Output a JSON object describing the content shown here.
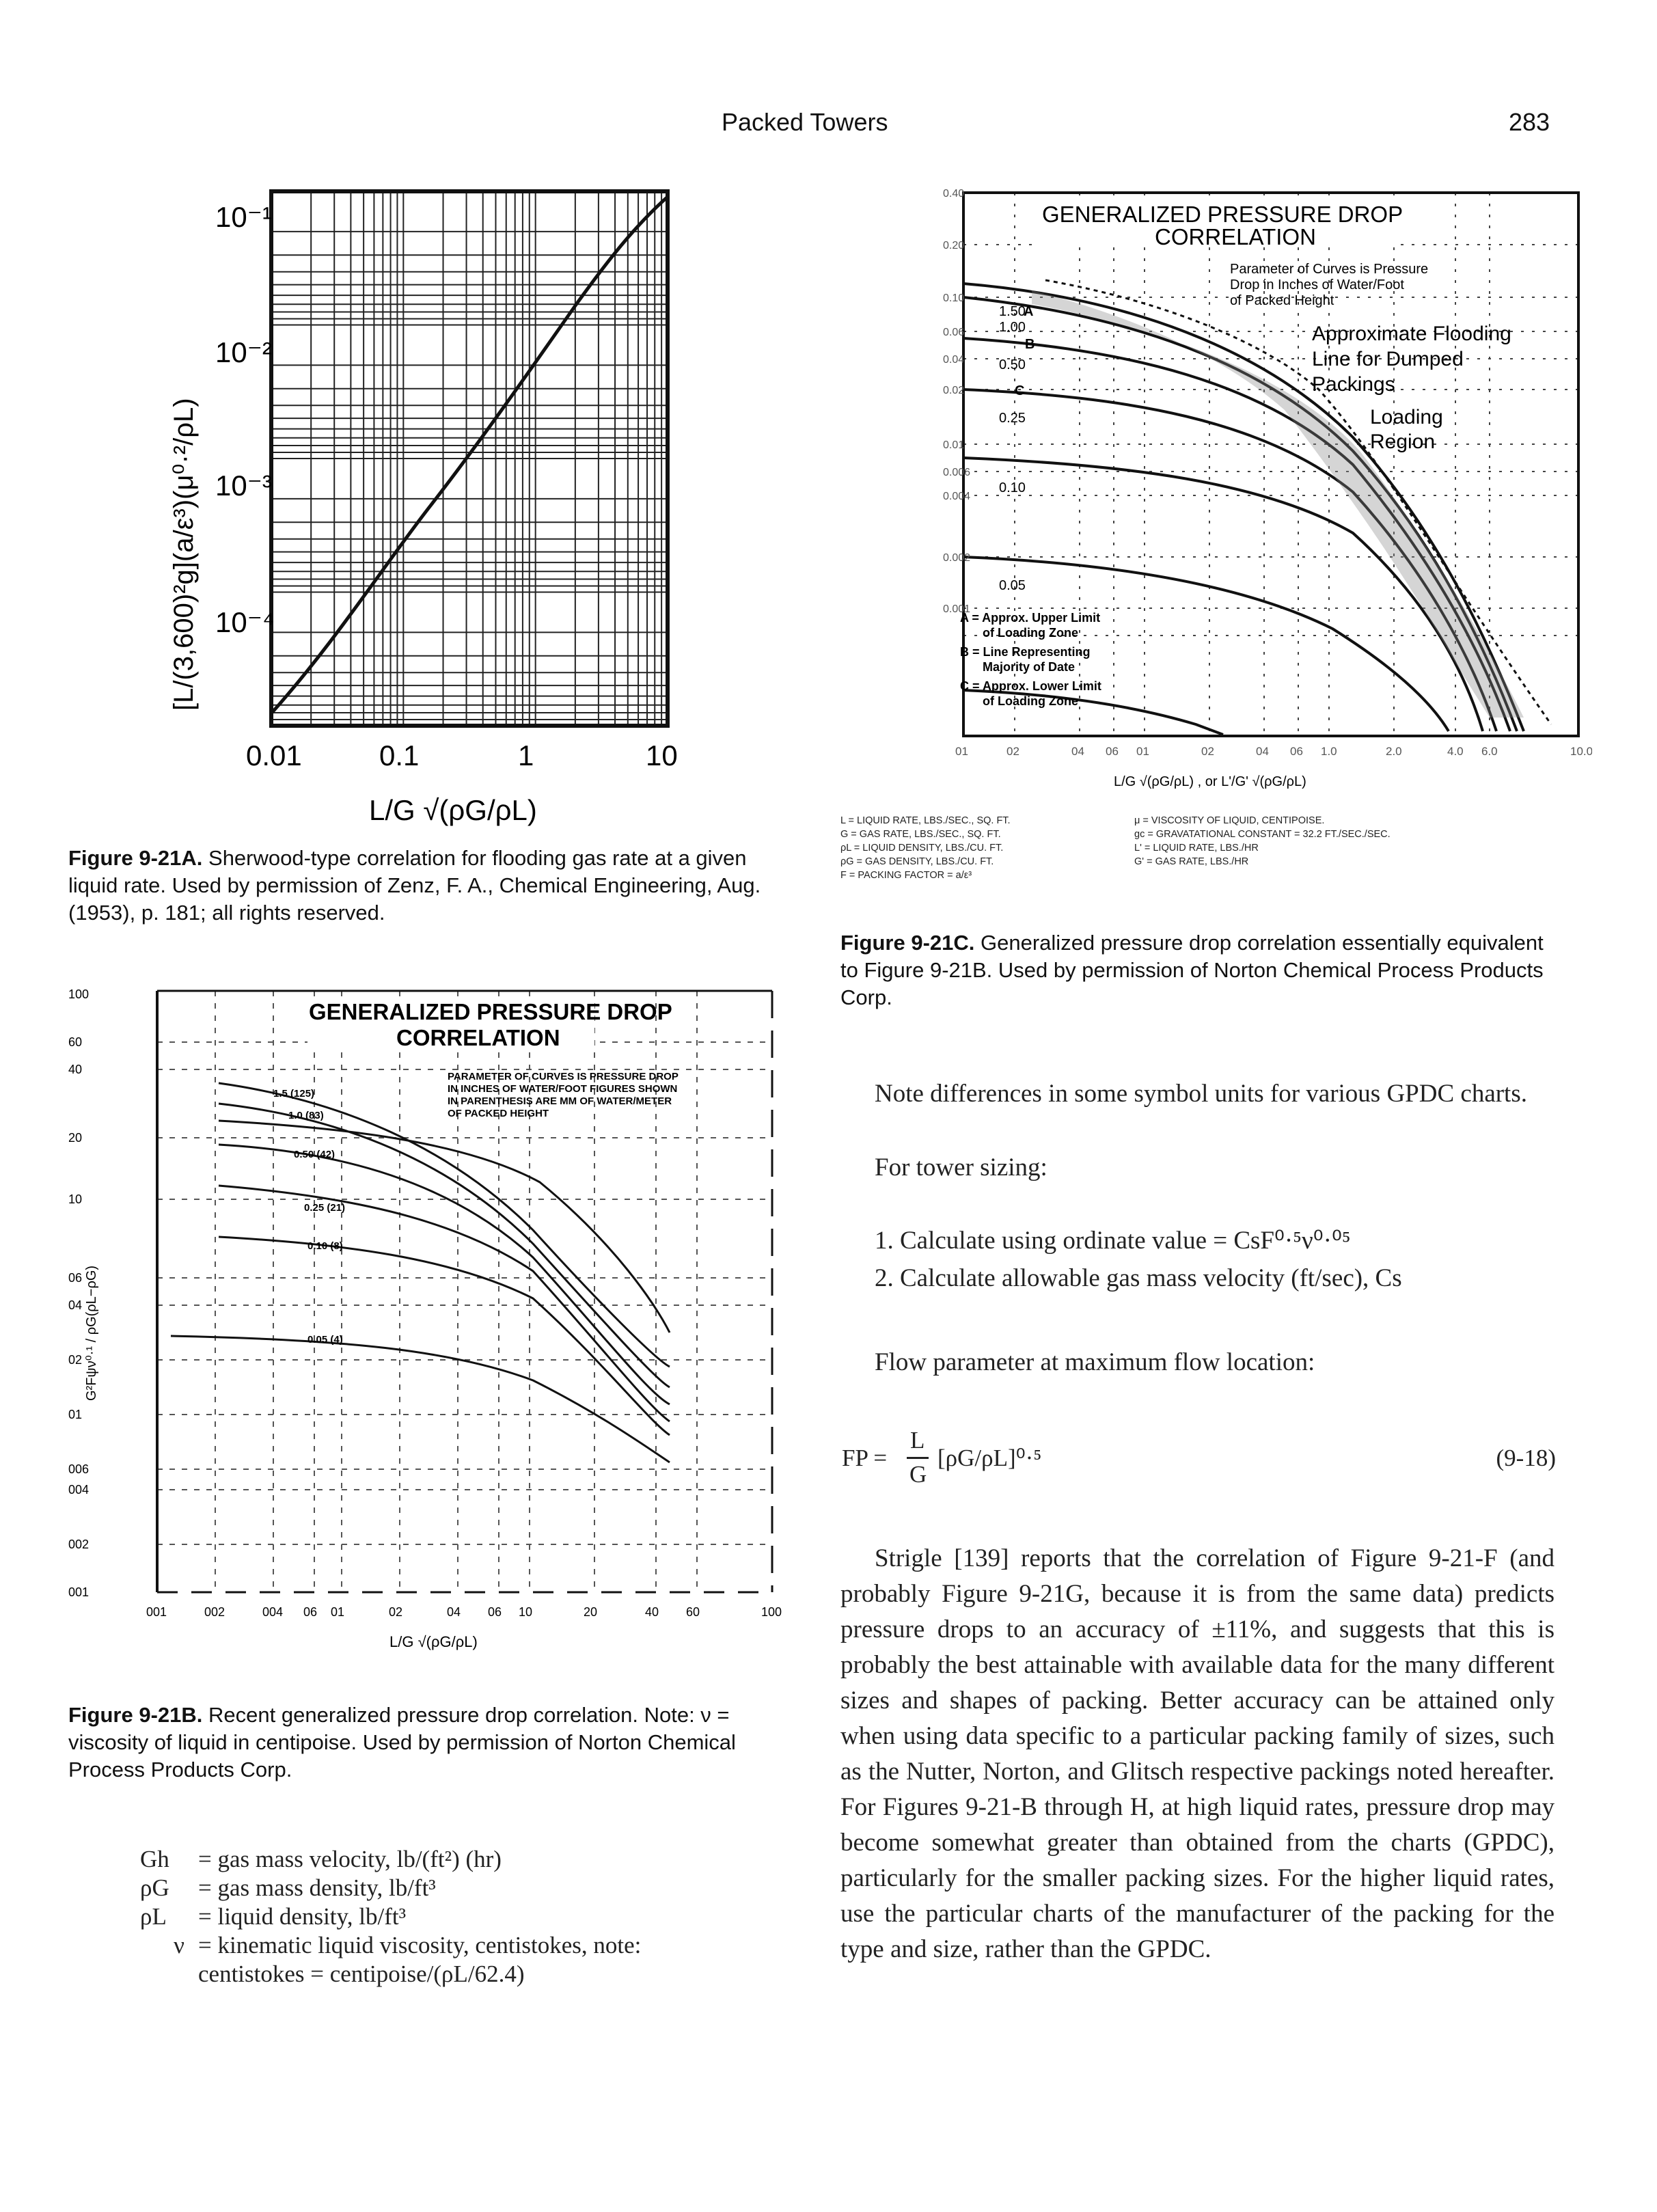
{
  "header": {
    "running_title": "Packed Towers",
    "page_number": "283"
  },
  "fig_a": {
    "y_ticks": [
      "10⁻¹",
      "10⁻²",
      "10⁻³",
      "10⁻⁴"
    ],
    "x_ticks": [
      "0.01",
      "0.1",
      "1",
      "10"
    ],
    "ylabel": "[L/(3,600)²g](a/ε³)(μ⁰·²/ρL)",
    "xlabel": "L/G √(ρG/ρL)",
    "caption_label": "Figure 9-21A.",
    "caption_text": "Sherwood-type correlation for flooding gas rate at a given liquid rate. Used by permission of Zenz, F. A., Chemical Engineering, Aug. (1953), p. 181; all rights reserved."
  },
  "fig_b": {
    "title_line1": "GENERALIZED PRESSURE DROP",
    "title_line2": "CORRELATION",
    "note": [
      "PARAMETER OF CURVES IS PRESSURE DROP",
      "IN INCHES OF WATER/FOOT FIGURES SHOWN",
      "IN PARENTHESIS ARE MM OF WATER/METER",
      "OF PACKED HEIGHT"
    ],
    "y_ticks": [
      "100",
      "60",
      "40",
      "20",
      "10",
      "06",
      "04",
      "02",
      "01",
      "006",
      "004",
      "002",
      "001"
    ],
    "x_ticks": [
      "001",
      "002",
      "004",
      "06",
      "01",
      "02",
      "04",
      "06",
      "10",
      "20",
      "40",
      "60",
      "100"
    ],
    "curve_labels": [
      "1.5 (125)",
      "1.0 (83)",
      "0.50 (42)",
      "0.25 (21)",
      "0.10 (8)",
      "0.05 (4)"
    ],
    "ylabel": "G²Fψν⁰·¹ / ρG(ρL−ρG)",
    "xlabel": "L/G √(ρG/ρL)",
    "caption_label": "Figure 9-21B.",
    "caption_text": "Recent generalized pressure drop correlation. Note: ν = viscosity of liquid in centipoise. Used by permission of Norton Chemical Process Products Corp."
  },
  "fig_c": {
    "title_line1": "GENERALIZED PRESSURE DROP",
    "title_line2": "CORRELATION",
    "param_note": [
      "Parameter of Curves is Pressure",
      "Drop in Inches of Water/Foot",
      "of Packed Height"
    ],
    "flooding_label": [
      "Approximate Flooding",
      "Line for Dumped",
      "Packings"
    ],
    "loading_label": [
      "Loading",
      "Region"
    ],
    "curve_labels": [
      "1.50",
      "1.00",
      "0.50",
      "0.25",
      "0.10",
      "0.05"
    ],
    "letter_labels": [
      "A",
      "B",
      "C"
    ],
    "legend_abc": [
      "A = Approx. Upper Limit",
      "of Loading Zone",
      "B = Line Representing",
      "Majority of Date",
      "C = Approx. Lower Limit",
      "of Loading Zone"
    ],
    "y_ticks": [
      "0.40",
      "0.20",
      "0.10",
      "0.06",
      "0.04",
      "0.02",
      "0.01",
      "0.006",
      "0.004",
      "0.002",
      "0.001"
    ],
    "x_ticks": [
      "01",
      "02",
      "04",
      "06",
      "01",
      "02",
      "04",
      "06",
      "1.0",
      "2.0",
      "4.0",
      "6.0",
      "10.0"
    ],
    "xlabel": "L/G √(ρG/ρL) , or L'/G' √(ρG/ρL)",
    "defs_left": [
      "L = LIQUID RATE, LBS./SEC., SQ. FT.",
      "G = GAS RATE, LBS./SEC., SQ. FT.",
      "ρL = LIQUID DENSITY, LBS./CU. FT.",
      "ρG = GAS DENSITY, LBS./CU. FT.",
      "F = PACKING FACTOR = a/ε³"
    ],
    "defs_right": [
      "μ = VISCOSITY OF LIQUID, CENTIPOISE.",
      "gc = GRAVATATIONAL CONSTANT = 32.2 FT./SEC./SEC.",
      "L' = LIQUID RATE, LBS./HR",
      "G' = GAS RATE, LBS./HR"
    ],
    "caption_label": "Figure 9-21C.",
    "caption_text": "Generalized pressure drop correlation essentially equivalent to Figure 9-21B. Used by permission of Norton Chemical Process Products Corp."
  },
  "symbols": [
    {
      "sym": "Gh",
      "def": "= gas mass velocity, lb/(ft²) (hr)"
    },
    {
      "sym": "ρG",
      "def": "= gas mass density, lb/ft³"
    },
    {
      "sym": "ρL",
      "def": "= liquid density, lb/ft³"
    },
    {
      "sym": "ν",
      "def": "= kinematic liquid viscosity, centistokes, note: centistokes = centipoise/(ρL/62.4)"
    }
  ],
  "right_col": {
    "p1": "Note differences in some symbol units for various GPDC charts.",
    "p2": "For tower sizing:",
    "item1": "1. Calculate using ordinate value = CsF⁰·⁵ν⁰·⁰⁵",
    "item2": "2. Calculate allowable gas mass velocity (ft/sec), Cs",
    "p3": "Flow parameter at maximum flow location:",
    "eq_lhs": "FP =",
    "eq_num": "L",
    "eq_den": "G",
    "eq_rhs": "[ρG/ρL]⁰·⁵",
    "eq_no": "(9-18)",
    "p4": "Strigle [139] reports that the correlation of Figure 9-21-F (and probably Figure 9-21G, because it is from the same data) predicts pressure drops to an accuracy of ±11%, and suggests that this is probably the best attainable with available data for the many different sizes and shapes of packing. Better accuracy can be attained only when using data specific to a particular packing family of sizes, such as the Nutter, Norton, and Glitsch respective packings noted hereafter. For Figures 9-21-B through H, at high liquid rates, pressure drop may become somewhat greater than obtained from the charts (GPDC), particularly for the smaller packing sizes. For the higher liquid rates, use the particular charts of the manufacturer of the packing for the type and size, rather than the GPDC."
  }
}
